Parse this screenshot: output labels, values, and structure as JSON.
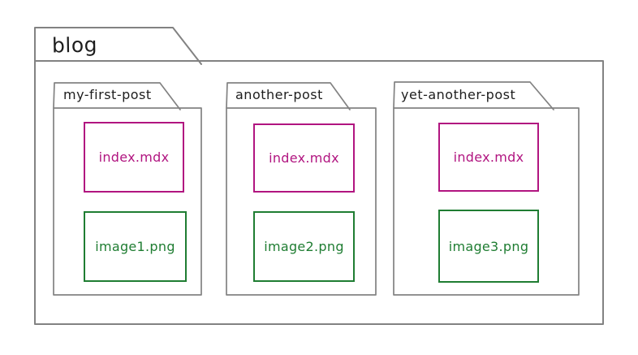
{
  "diagram": {
    "root_folder": {
      "name": "blog",
      "children": [
        {
          "name": "my-first-post",
          "files": [
            "index.mdx",
            "image1.png"
          ]
        },
        {
          "name": "another-post",
          "files": [
            "index.mdx",
            "image2.png"
          ]
        },
        {
          "name": "yet-another-post",
          "files": [
            "index.mdx",
            "image3.png"
          ]
        }
      ]
    },
    "colors": {
      "outline": "#828282",
      "ink": "#1d1d1d",
      "mdx_file": "#b11580",
      "image_file": "#1f7d32"
    }
  }
}
